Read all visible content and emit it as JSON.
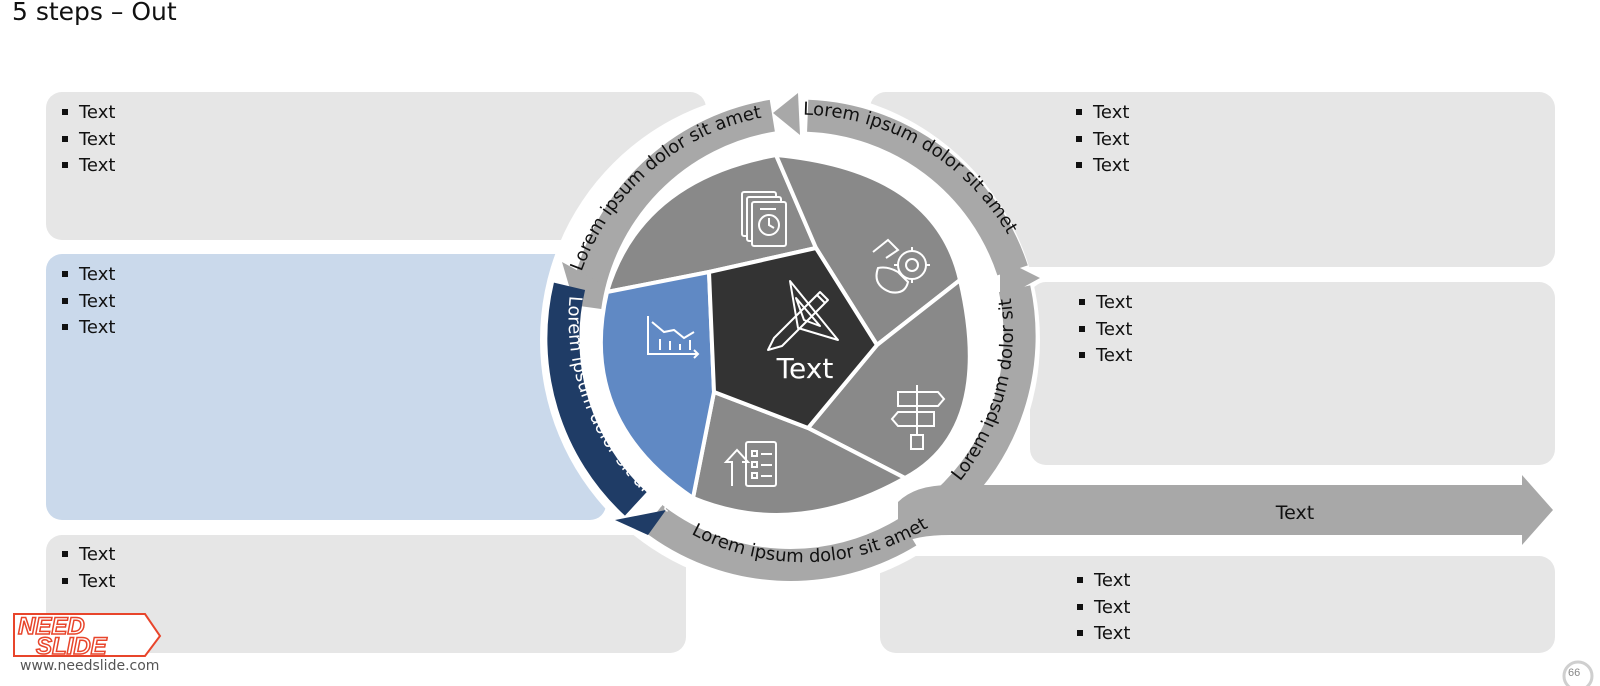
{
  "title": "5 steps – Out",
  "panels": {
    "top_left": {
      "items": [
        "Text",
        "Text",
        "Text"
      ]
    },
    "middle_left": {
      "items": [
        "Text",
        "Text",
        "Text"
      ],
      "highlighted": true
    },
    "bottom_left": {
      "items": [
        "Text",
        "Text"
      ]
    },
    "top_right": {
      "items": [
        "Text",
        "Text",
        "Text"
      ]
    },
    "middle_right": {
      "items": [
        "Text",
        "Text",
        "Text"
      ]
    },
    "bottom_right": {
      "items": [
        "Text",
        "Text",
        "Text"
      ]
    }
  },
  "center_label": "Text",
  "out_arrow_label": "Text",
  "arc_labels": {
    "top_left": "Lorem ipsum dolor sit amet",
    "top_right": "Lorem ipsum dolor sit amet",
    "right": "Lorem ipsum dolor sit",
    "bottom": "Lorem ipsum dolor sit amet",
    "left": "Lorem ipsum dolor sit amet"
  },
  "segments": [
    {
      "icon": "document-clock-icon"
    },
    {
      "icon": "hand-gear-icon"
    },
    {
      "icon": "signpost-icon"
    },
    {
      "icon": "checklist-icon"
    },
    {
      "icon": "growth-chart-icon",
      "highlighted": true
    }
  ],
  "colors": {
    "panel_gray": "#e6e6e6",
    "panel_blue": "#cad9eb",
    "segment_gray": "#898989",
    "segment_blue": "#6089c4",
    "center_dark": "#333333",
    "arc_gray": "#a8a8a8",
    "arc_blue": "#1f3c66"
  },
  "logo": {
    "line1": "NEED",
    "line2": "SLIDE"
  },
  "footer_url": "www.needslide.com",
  "page_number": "66"
}
